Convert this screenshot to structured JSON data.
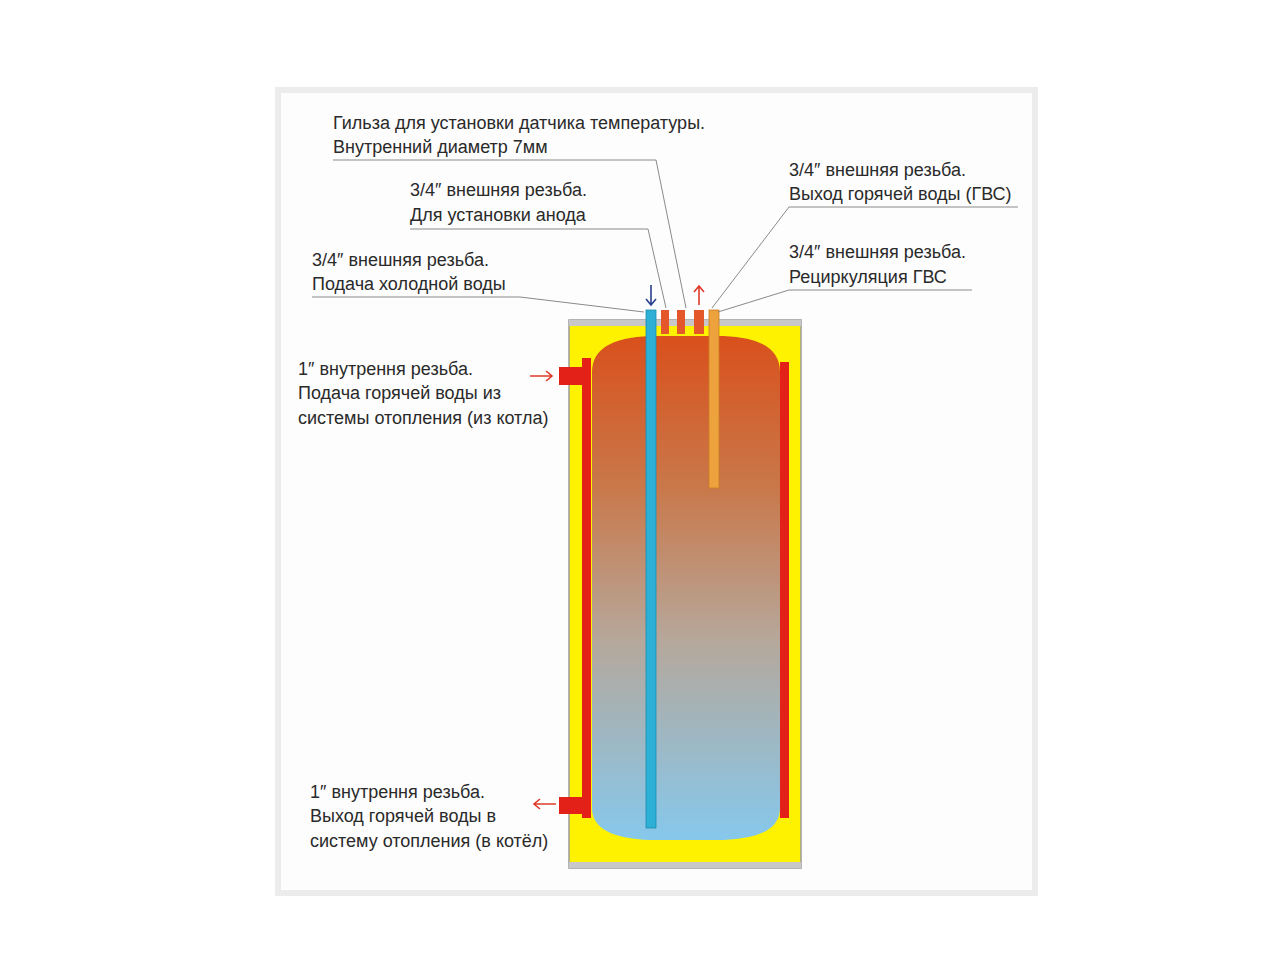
{
  "diagram": {
    "labels": [
      "Гильза для установки датчика температуры.",
      "Внутренний диаметр 7мм",
      "3/4″ внешняя резьба.",
      "Для установки анода",
      "3/4″ внешняя резьба.",
      "Подача холодной воды",
      "3/4″ внешняя резьба.",
      "Выход горячей воды (ГВС)",
      "3/4″ внешняя резьба.",
      "Рециркуляция ГВС",
      "1″ внутрення резьба.",
      "Подача горячей воды из",
      "системы отопления (из котла)",
      "1″ внутрення резьба.",
      "Выход горячей воды в",
      "систему отопления (в котёл)"
    ]
  }
}
